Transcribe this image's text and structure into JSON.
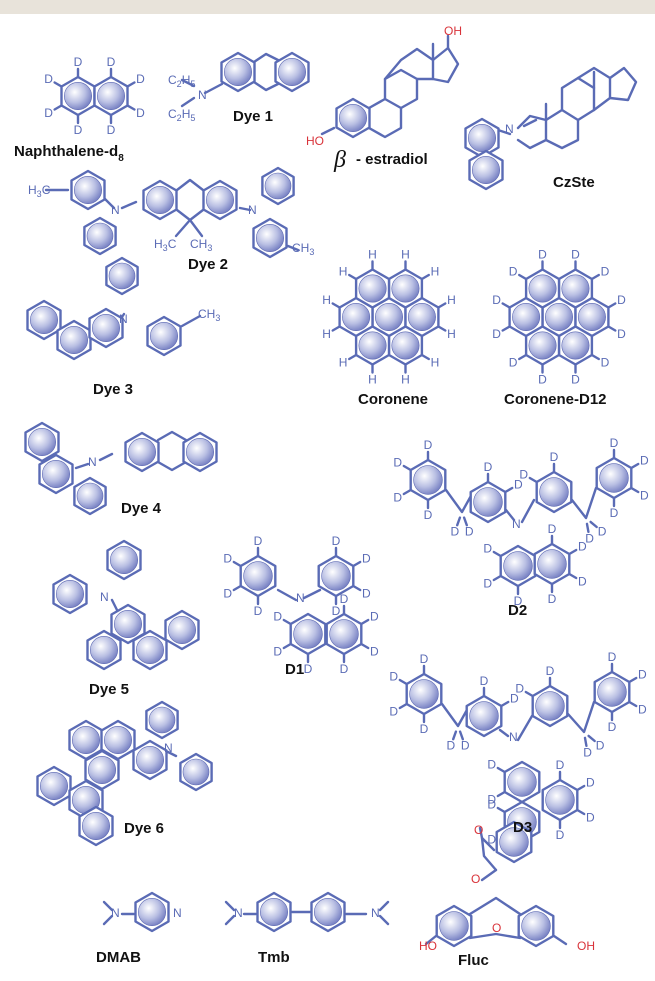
{
  "colors": {
    "bond": "#5a6bb5",
    "ring_fill_center": "#ffffff",
    "ring_fill_edge": "#7d86c4",
    "oxygen": "#d9333a",
    "label": "#111111",
    "top_band": "#e8e3da"
  },
  "labels": {
    "naphthalene": "Naphthalene-d",
    "naphthalene_sub": "8",
    "dye1": "Dye 1",
    "beta": "β",
    "estradiol": "- estradiol",
    "czste": "CzSte",
    "dye2": "Dye 2",
    "dye3": "Dye 3",
    "coronene": "Coronene",
    "coronene_d12": "Coronene-D12",
    "dye4": "Dye 4",
    "d2": "D2",
    "dye5": "Dye 5",
    "d1": "D1",
    "dye6": "Dye 6",
    "d3": "D3",
    "dmab": "DMAB",
    "tmb": "Tmb",
    "fluc": "Fluc"
  },
  "atoms": {
    "D": "D",
    "H": "H",
    "N": "N",
    "O": "O",
    "OH": "OH",
    "HO": "HO",
    "C2H5": "C2H5",
    "H3C": "H3C",
    "CH3": "CH3"
  }
}
